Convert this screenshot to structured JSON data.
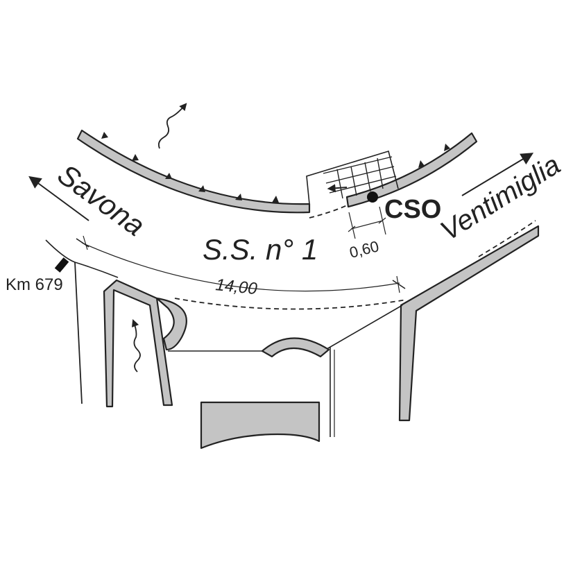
{
  "labels": {
    "savona": "Savona",
    "ventimiglia": "Ventimiglia",
    "road": "S.S. n° 1",
    "cso": "CSO",
    "km": "Km 679",
    "width_road": "14,00",
    "width_cso": "0,60"
  },
  "icons": {
    "direction": "arrow-icon",
    "flow": "wavy-arrow-icon",
    "marker": "dot-icon"
  },
  "colors": {
    "ink": "#222222",
    "wall_fill": "#c4c4c4",
    "background": "#ffffff"
  }
}
